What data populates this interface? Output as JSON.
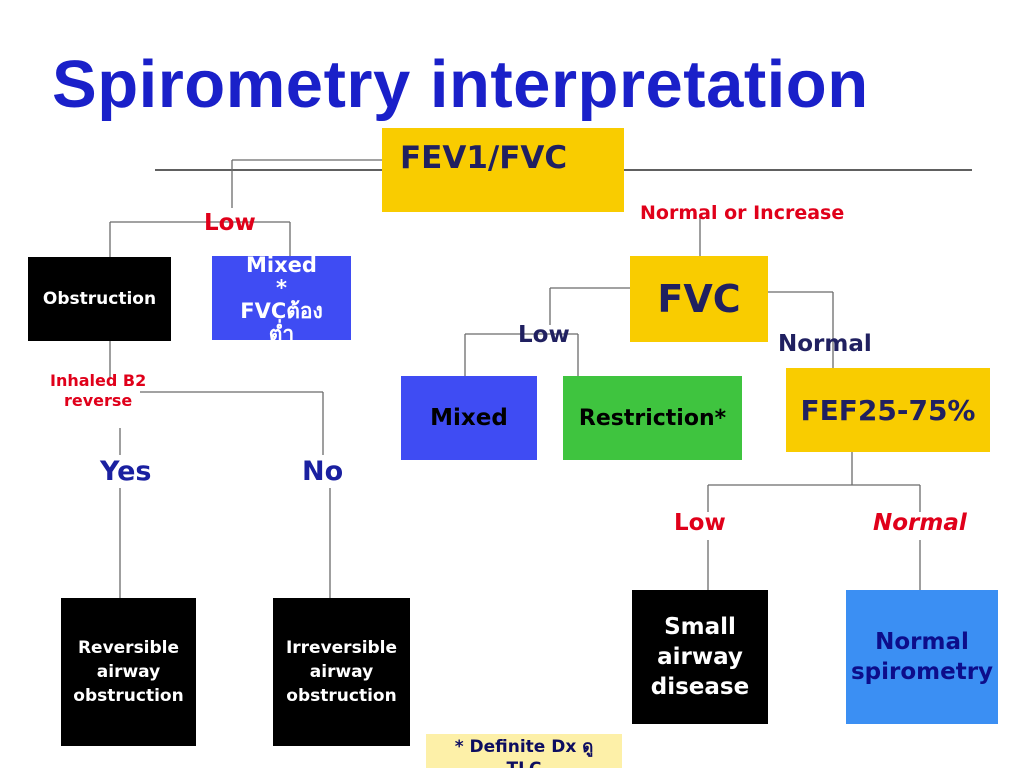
{
  "title": "Spirometry interpretation",
  "nodes": {
    "fev1_fvc": "FEV1/FVC",
    "fvc": "FVC",
    "fef": "FEF25-75%",
    "obstruction": "Obstruction",
    "mixed_left": "Mixed\n*\nFVCต้อง\nต่ำ",
    "mixed_right": "Mixed",
    "restriction": "Restriction*",
    "reversible": "Reversible\nairway\nobstruction",
    "irreversible": "Irreversible\nairway\nobstruction",
    "small_airway": "Small\nairway\ndisease",
    "normal_spirometry": "Normal\nspirometry",
    "footnote": "* Definite Dx ดู\nTLC"
  },
  "labels": {
    "low_top": "Low",
    "normal_increase": "Normal or Increase",
    "low_fvc": "Low",
    "normal_fvc": "Normal",
    "inhaled_b2": "Inhaled B2\nreverse",
    "yes": "Yes",
    "no": "No",
    "low_fef": "Low",
    "normal_fef": "Normal"
  },
  "colors": {
    "title": "#1a20c9",
    "yellow": "#f9cc00",
    "blue": "#3f4cf3",
    "green": "#3fc43f",
    "black": "#000000",
    "light_blue": "#3b8ff3",
    "red_label": "#e0001a"
  }
}
